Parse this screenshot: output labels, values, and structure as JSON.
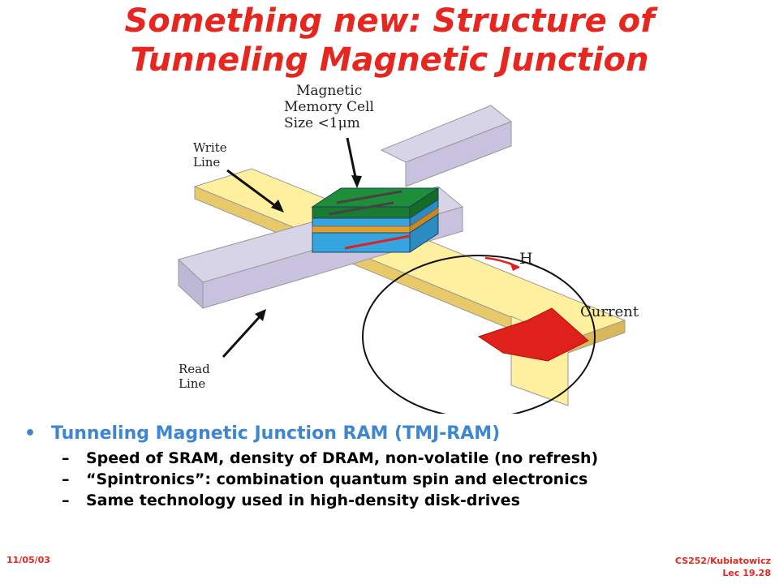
{
  "title": {
    "line1": "Something new: Structure of",
    "line2": "Tunneling Magnetic Junction"
  },
  "figure": {
    "label_cell_1": "Magnetic",
    "label_cell_2": "Memory Cell",
    "label_cell_3": "Size <1μm",
    "label_write_1": "Write",
    "label_write_2": "Line",
    "label_read_1": "Read",
    "label_read_2": "Line",
    "label_h": "H",
    "label_current": "Current",
    "colors": {
      "write_line": "#fff0a0",
      "read_line": "#d8d4e8",
      "green_layer": "#1f8e3a",
      "blue_layer": "#36a4de",
      "orange_layer": "#e0a030",
      "current_arrow": "#e0201a"
    }
  },
  "bullets": {
    "main": "Tunneling Magnetic Junction RAM (TMJ-RAM)",
    "subs": [
      "Speed of SRAM, density of DRAM, non-volatile (no refresh)",
      "“Spintronics”: combination quantum spin and electronics",
      "Same technology used in high-density disk-drives"
    ]
  },
  "footer": {
    "date": "11/05/03",
    "course": "CS252/Kubiatowicz",
    "lecture": "Lec 19.28"
  }
}
